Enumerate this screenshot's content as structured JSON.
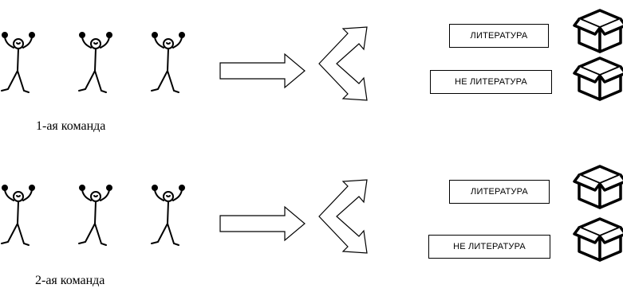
{
  "teams": [
    {
      "label": "1-ая команда",
      "boxes": [
        "ЛИТЕРАТУРА",
        "НЕ ЛИТЕРАТУРА"
      ]
    },
    {
      "label": "2-ая команда",
      "boxes": [
        "ЛИТЕРАТУРА",
        "НЕ ЛИТЕРАТУРА"
      ]
    }
  ],
  "icons": {
    "figure": "stick-figure-icon",
    "arrow": "right-arrow-icon",
    "split": "split-arrow-icon",
    "chest": "box-icon"
  },
  "colors": {
    "line": "#000000",
    "background": "#ffffff"
  }
}
